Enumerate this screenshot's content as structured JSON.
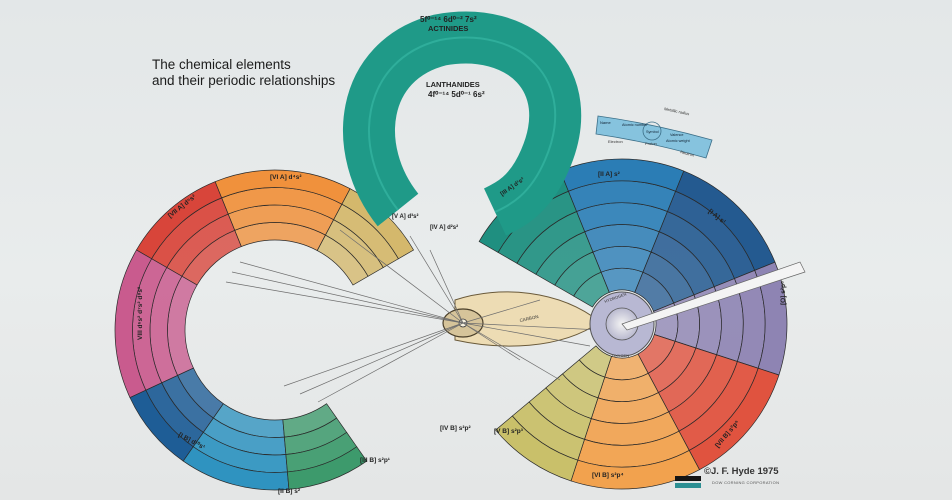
{
  "title": {
    "line1": "The chemical elements",
    "line2": "and their periodic relationships"
  },
  "credit": {
    "author": "©J. F. Hyde  1975",
    "corporation": "DOW CORNING CORPORATION"
  },
  "loop": {
    "actinides_config": "5f⁰⁻¹⁴ 6d⁰⁻² 7s²",
    "actinides_label": "ACTINIDES",
    "lanthanides_label": "LANTHANIDES",
    "lanthanides_config": "4f⁰⁻¹⁴ 5d⁰⁻¹ 6s²"
  },
  "legend": {
    "metallic_radius": "Metallic radius",
    "name": "Name",
    "atomic_number": "Atomic number",
    "symbol": "Symbol",
    "valence": "Valence",
    "atomic_weight": "Atomic weight",
    "electron": "Electron",
    "proton": "Proton",
    "neutron": "Neutron"
  },
  "groups": [
    {
      "label": "[VI A] d⁴s²",
      "color": "#f0913c"
    },
    {
      "label": "[VII A] d⁵s²",
      "color": "#d8453a"
    },
    {
      "label": "VIII d⁶s² d⁷s² d⁸s²",
      "color": "#c95b8e"
    },
    {
      "label": "[I B] d¹⁰s¹",
      "color": "#1e5d96"
    },
    {
      "label": "[II B] s²",
      "color": "#2f93c0"
    },
    {
      "label": "[III B] s²p¹",
      "color": "#3d9a6c"
    },
    {
      "label": "[IV B] s²p²",
      "color": "#c9b46b"
    },
    {
      "label": "[V B] s²p³",
      "color": "#c9c06a"
    },
    {
      "label": "[VI B] s²p⁴",
      "color": "#f2a24e"
    },
    {
      "label": "[VII B] s²p⁵",
      "color": "#e0533f"
    },
    {
      "label": "[O] s²p⁶",
      "color": "#8e84b3"
    },
    {
      "label": "[I A] s¹",
      "color": "#245a90"
    },
    {
      "label": "[II A] s²",
      "color": "#2b7db5"
    },
    {
      "label": "[III A] d¹s²",
      "color": "#1f8f80"
    },
    {
      "label": "[IV A] d²s²",
      "color": "#c2a66a"
    },
    {
      "label": "[V A] d³s²",
      "color": "#d4b86c"
    }
  ],
  "center": {
    "carbon_label": "CARBON",
    "hydrogen_label": "HYDROGEN",
    "oxygen_label": "OXYGEN"
  },
  "colors": {
    "background": "#e6e9ea",
    "loop_teal": "#1f9a88",
    "legend_blue": "#86c3de"
  }
}
